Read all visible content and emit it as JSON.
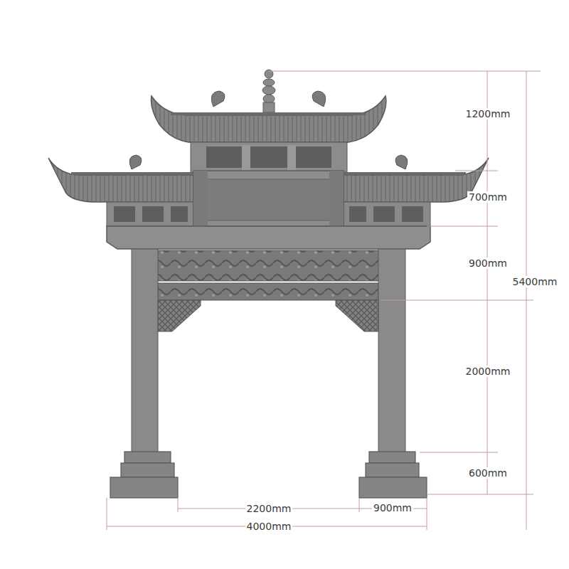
{
  "diagram": {
    "labels": [
      "1200mm",
      "700mm",
      "900mm",
      "5400mm",
      "2000mm",
      "600mm",
      "2200mm",
      "900mm",
      "4000mm"
    ]
  }
}
